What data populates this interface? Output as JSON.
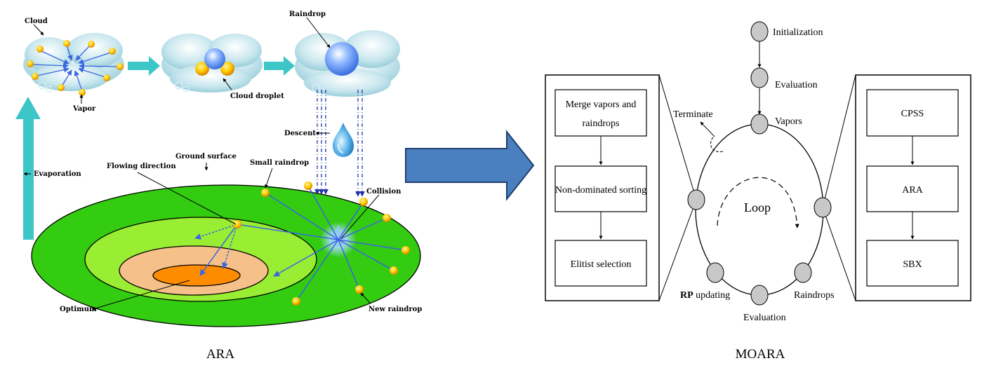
{
  "ara": {
    "caption": "ARA",
    "labels": {
      "cloud": "Cloud",
      "vapor": "Vapor",
      "cloud_droplet": "Cloud droplet",
      "raindrop": "Raindrop",
      "descent": "Descent",
      "evaporation": "Evaporation",
      "ground_surface": "Ground surface",
      "flowing_direction": "Flowing direction",
      "small_raindrop": "Small raindrop",
      "collision": "Collision",
      "optimum": "Optimum",
      "new_raindrop": "New raindrop"
    }
  },
  "moara": {
    "caption": "MOARA",
    "loop_label": "Loop",
    "terminate": "Terminate",
    "nodes": {
      "initialization": "Initialization",
      "evaluation_top": "Evaluation",
      "vapors": "Vapors",
      "raindrops": "Raindrops",
      "evaluation_bottom": "Evaluation",
      "rp_prefix": "RP",
      "rp_suffix": " updating"
    },
    "left_panel": {
      "box1_line1": "Merge vapors and",
      "box1_line2": "raindrops",
      "box2": "Non-dominated sorting",
      "box3": "Elitist selection"
    },
    "right_panel": {
      "box1": "CPSS",
      "box2": "ARA",
      "box3": "SBX"
    }
  },
  "colors": {
    "ground_outer": "#33cc11",
    "ground_mid": "#99ee33",
    "ground_inner": "#f5c08a",
    "optimum": "#ff8c00",
    "arrow_teal": "#3cc6c8",
    "big_arrow": "#4a7fc0",
    "ray_blue": "#3a66e0",
    "node_gray": "#c8c8c8"
  }
}
